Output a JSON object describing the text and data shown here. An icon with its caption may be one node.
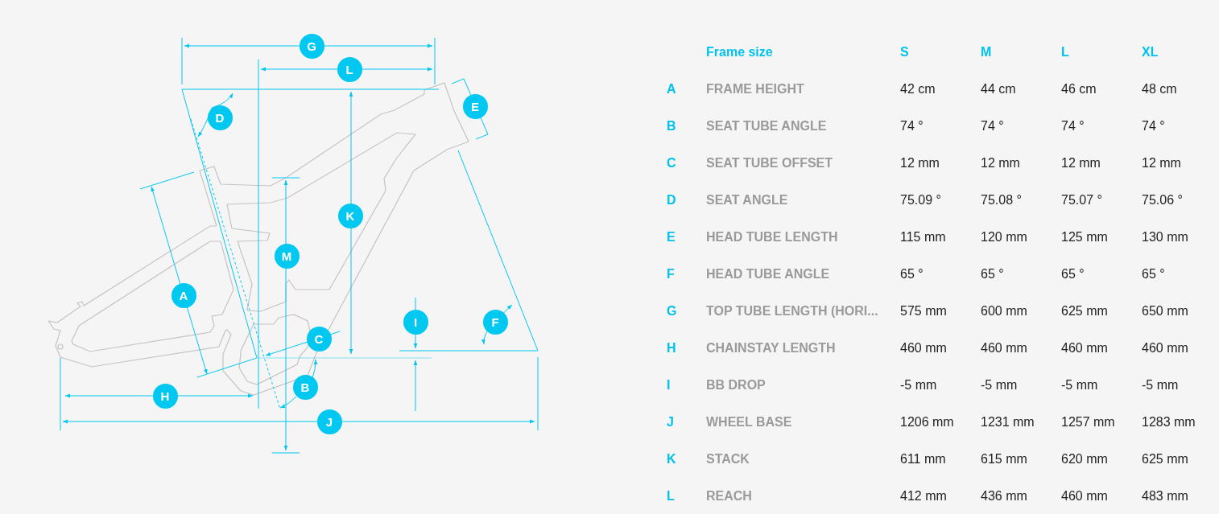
{
  "diagram": {
    "labels": [
      "G",
      "L",
      "E",
      "D",
      "K",
      "M",
      "A",
      "I",
      "F",
      "C",
      "B",
      "H",
      "J",
      "Frame size",
      "S",
      "M",
      "L",
      "XL",
      "A",
      "FRAME HEIGHT",
      "42 cm",
      "44 cm",
      "46 cm",
      "48 cm",
      "B",
      "SEAT TUBE ANGLE",
      "74 °",
      "74 °",
      "74 °",
      "74 °",
      "C",
      "SEAT TUBE OFFSET",
      "12 mm",
      "12 mm",
      "12 mm",
      "12 mm",
      "D",
      "SEAT ANGLE",
      "75.09 °",
      "75.08 °",
      "75.07 °",
      "75.06 °",
      "E",
      "HEAD TUBE LENGTH",
      "115 mm",
      "120 mm",
      "125 mm",
      "130 mm",
      "F",
      "HEAD TUBE ANGLE",
      "65 °",
      "65 °",
      "65 °",
      "65 °",
      "G",
      "TOP TUBE LENGTH (HORI...",
      "575 mm",
      "600 mm",
      "625 mm",
      "650 mm",
      "H",
      "CHAINSTAY LENGTH",
      "460 mm",
      "460 mm",
      "460 mm",
      "460 mm",
      "I",
      "BB DROP",
      "-5 mm",
      "-5 mm",
      "-5 mm",
      "-5 mm",
      "J",
      "WHEEL BASE",
      "1206 mm",
      "1231 mm",
      "1257 mm",
      "1283 mm",
      "K",
      "STACK",
      "611 mm",
      "615 mm",
      "620 mm",
      "625 mm",
      "L",
      "REACH",
      "412 mm",
      "436 mm",
      "460 mm",
      "483 mm"
    ]
  }
}
